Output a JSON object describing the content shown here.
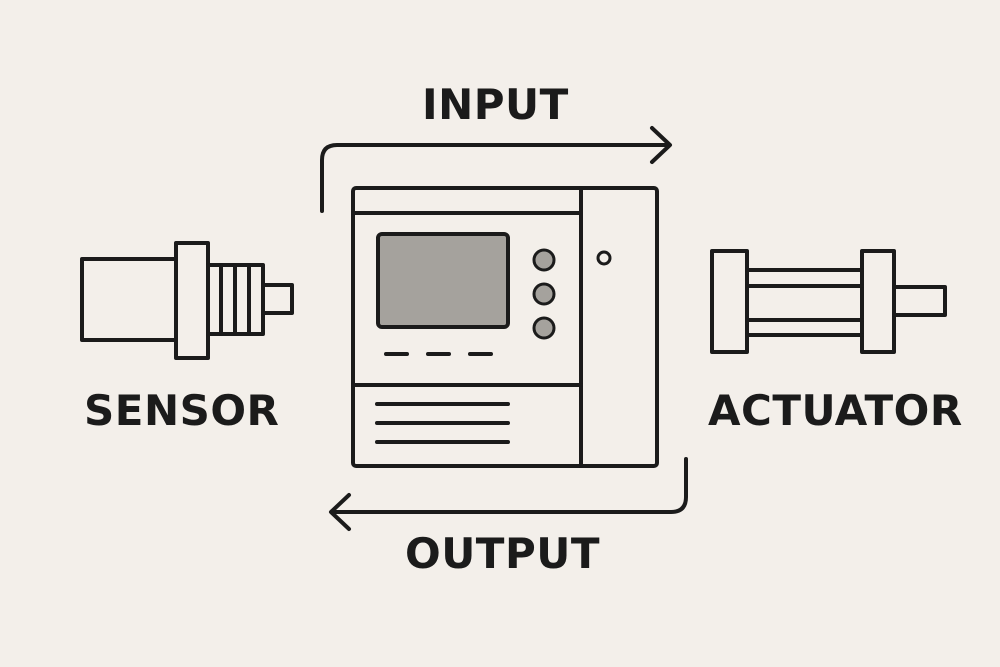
{
  "labels": {
    "input": "INPUT",
    "output": "OUTPUT",
    "sensor": "SENSOR",
    "actuator": "ACTUATOR"
  },
  "colors": {
    "background": "#f3efea",
    "stroke": "#1b1b1b",
    "screen": "#a5a29d",
    "knob": "#a5a29d"
  },
  "icons": [
    "sensor-icon",
    "controller-icon",
    "actuator-icon",
    "input-arrow-icon",
    "output-arrow-icon"
  ]
}
